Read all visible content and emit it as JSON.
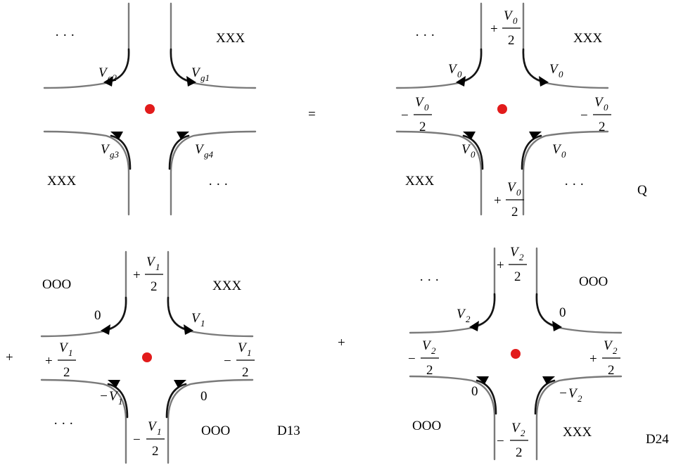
{
  "equals": "=",
  "plus": "+",
  "ellipsis": "· · ·",
  "xxx": "XXX",
  "ooo": "OOO",
  "zero": "0",
  "minus": "−",
  "plus_sign": "+",
  "labels": {
    "q": "Q",
    "d13": "D13",
    "d24": "D24"
  },
  "panel_a": {
    "gate_symbol": "V",
    "g1": "g1",
    "g2": "g2",
    "g3": "g3",
    "g4": "g4"
  },
  "panel_q": {
    "symbol": "V",
    "sub": "0",
    "half_den": "2"
  },
  "panel_d13": {
    "symbol": "V",
    "sub": "1",
    "half_den": "2"
  },
  "panel_d24": {
    "symbol": "V",
    "sub": "2",
    "half_den": "2"
  }
}
